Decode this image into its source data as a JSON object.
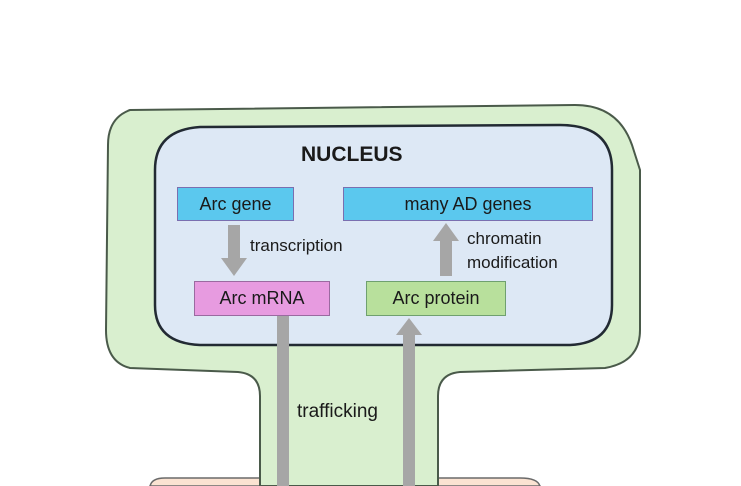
{
  "nucleus": {
    "title": "NUCLEUS"
  },
  "nodes": {
    "arc_gene": "Arc gene",
    "many_ad_genes": "many AD genes",
    "arc_mrna": "Arc mRNA",
    "arc_protein": "Arc protein"
  },
  "edges": {
    "transcription": "transcription",
    "chromatin_line1": "chromatin",
    "chromatin_line2": "modification",
    "trafficking": "trafficking"
  },
  "colors": {
    "cell_fill": "#d9efcf",
    "cell_stroke": "#4a5a4a",
    "nucleus_fill": "#dde8f5",
    "nucleus_stroke": "#222a33",
    "blue_box": "#5bc8ee",
    "pink_box": "#e79be0",
    "green_box": "#b8e09c",
    "arrow": "#a6a6a6",
    "bottom_fill": "#fbe3d2"
  }
}
